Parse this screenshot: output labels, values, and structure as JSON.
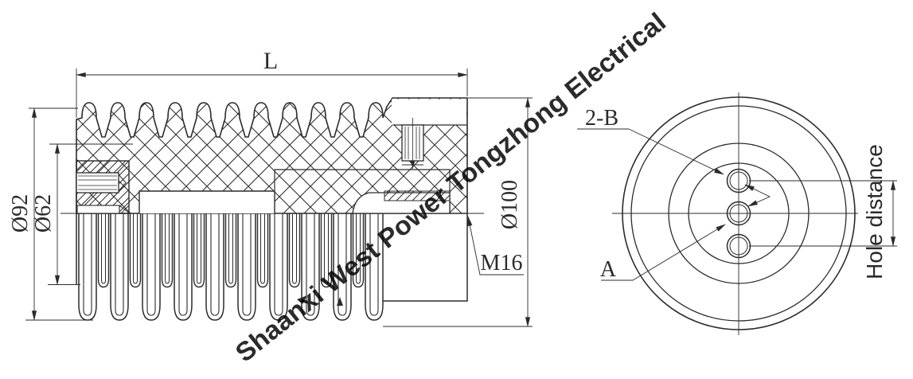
{
  "drawing": {
    "watermark": "Shaanxi West Power Tongzhong Electrical",
    "side_view": {
      "length_label": "L",
      "shed_diameter_label": "Ø92",
      "core_diameter_label": "Ø62",
      "flange_diameter_label": "Ø100",
      "thread_label": "M16"
    },
    "end_view": {
      "outer_holes_label": "2-B",
      "center_hole_label": "A",
      "hole_distance_label": "Hole distance"
    },
    "colors": {
      "line": "#2b2b2b",
      "watermark": "#bcbcbc",
      "background": "#ffffff"
    }
  }
}
